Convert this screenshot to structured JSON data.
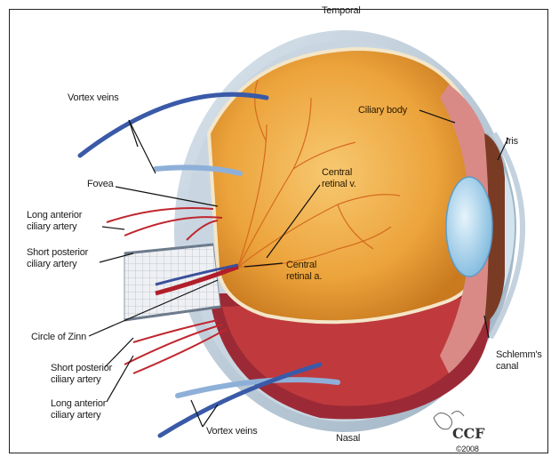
{
  "diagram": {
    "labels": {
      "temporal": "Temporal",
      "nasal": "Nasal",
      "vortex_veins_top": "Vortex veins",
      "vortex_veins_bottom": "Vortex veins",
      "fovea": "Fovea",
      "long_anterior_ciliary_artery_top_1": "Long anterior",
      "long_anterior_ciliary_artery_top_2": "ciliary artery",
      "short_posterior_ciliary_artery_top_1": "Short posterior",
      "short_posterior_ciliary_artery_top_2": "ciliary artery",
      "circle_of_zinn": "Circle of Zinn",
      "short_posterior_ciliary_artery_bottom_1": "Short posterior",
      "short_posterior_ciliary_artery_bottom_2": "ciliary artery",
      "long_anterior_ciliary_artery_bottom_1": "Long anterior",
      "long_anterior_ciliary_artery_bottom_2": "ciliary artery",
      "ciliary_body": "Ciliary body",
      "iris": "Iris",
      "central_retinal_vein_1": "Central",
      "central_retinal_vein_2": "retinal v.",
      "central_retinal_artery_1": "Central",
      "central_retinal_artery_2": "retinal a.",
      "schlemms_canal_1": "Schlemm's",
      "schlemms_canal_2": "canal",
      "logo_ccf": "CCF",
      "logo_year": "©2008"
    },
    "colors": {
      "sclera": "#b9c8d6",
      "choroid_red": "#b8262e",
      "vein_blue": "#3a5aa8",
      "retina_orange": "#e8a53a",
      "lens_blue": "#a9d2ec"
    }
  }
}
